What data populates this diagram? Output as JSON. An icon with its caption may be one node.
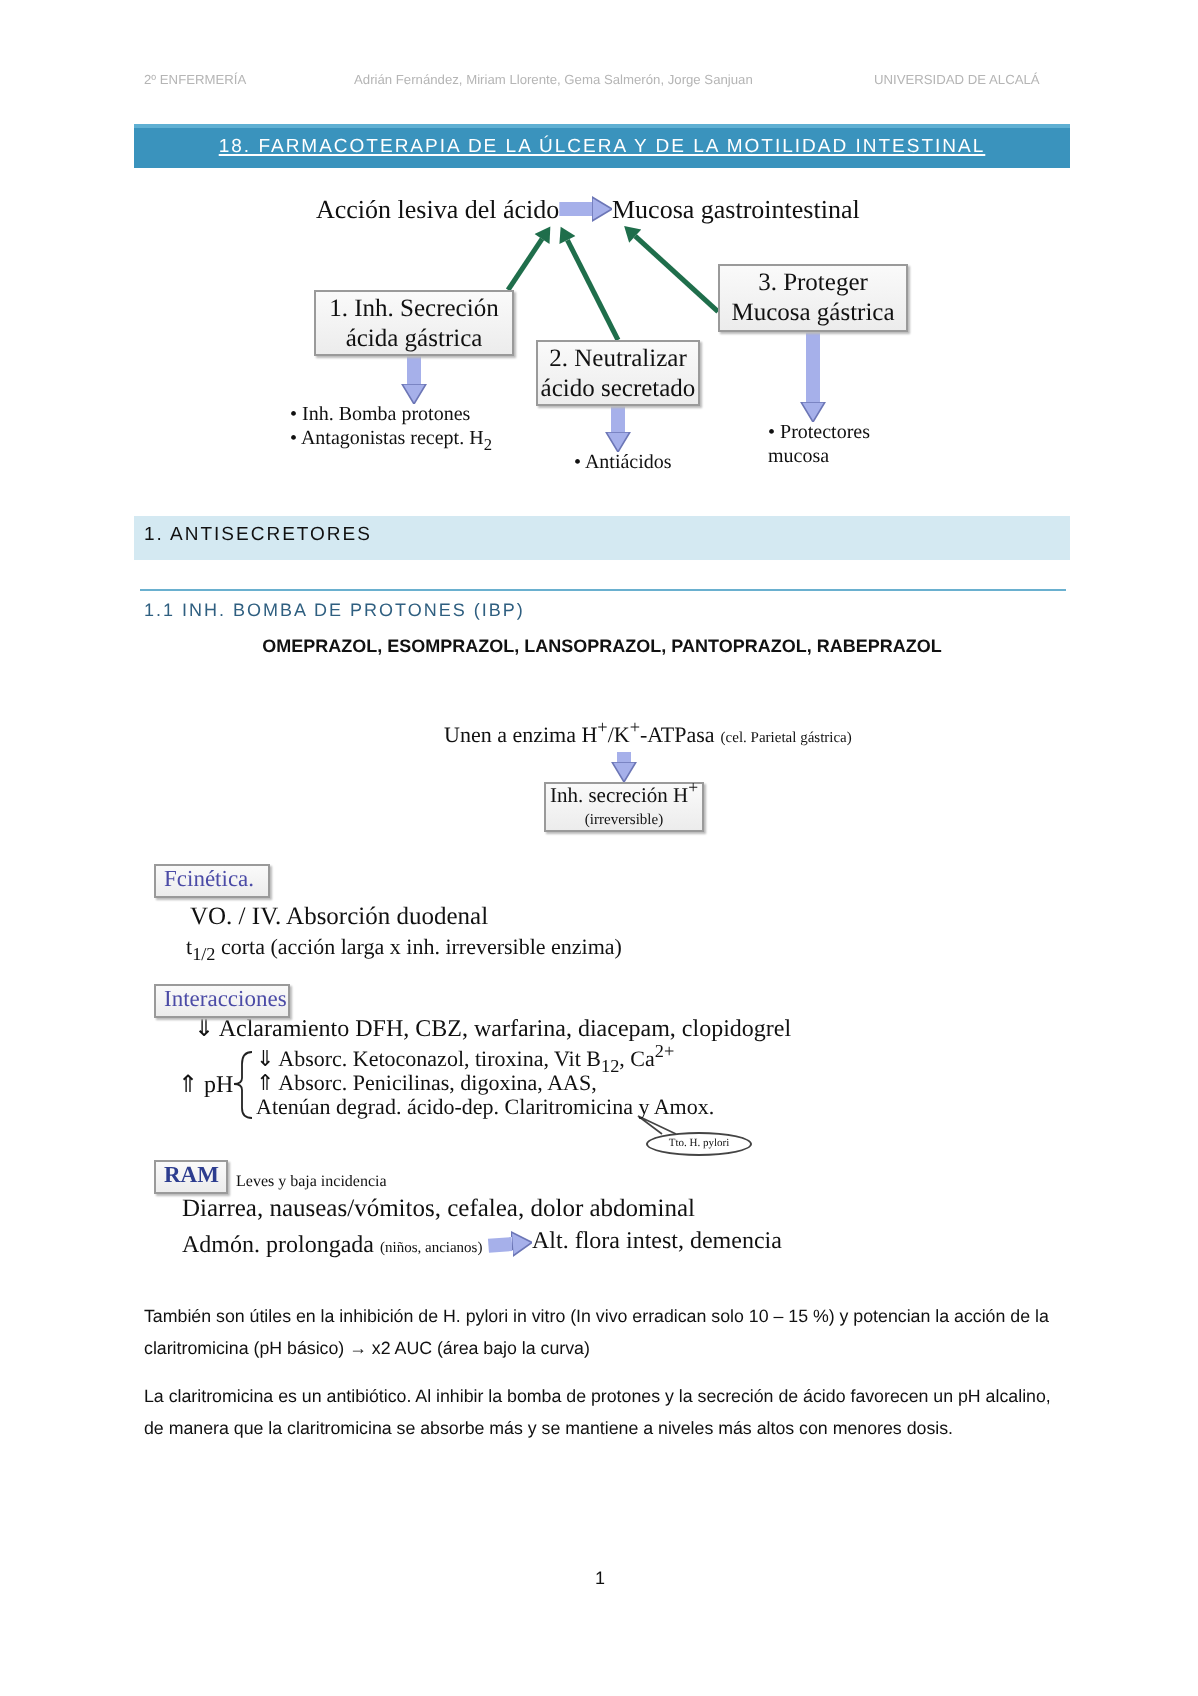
{
  "diagram": {
    "title": "18. FARMACOTERAPIA DE LA ÚLCERA Y DE LA MOTILIDAD INTESTINAL",
    "nodes": [
      {
        "text": [
          "Acción lesiva del ácido"
        ]
      },
      {
        "text": [
          "Mucosa gastrointestinal"
        ]
      },
      {
        "text": [
          "1. Inh. Secreción ácida gástrica"
        ]
      },
      {
        "text": [
          "2. Neutralizar ácido secretado"
        ]
      },
      {
        "text": [
          "3. Proteger Mucosa gástrica"
        ]
      },
      {
        "text": [
          "• Inh. Bomba protones",
          "• Antagonistas recept. H$_{2}$"
        ]
      },
      {
        "text": [
          "• Antiácidos"
        ]
      },
      {
        "text": [
          "• Protectores mucosa"
        ]
      },
      {
        "text": [
          "1. ANTISECRETORES"
        ]
      },
      {
        "text": [
          "Unen a enzima H$^{+}$/K$^{+}$-ATPasa",
          "(cel. Parietal gástrica)"
        ]
      },
      {
        "text": [
          "Inh. secreción H$^{+}$",
          "(irreversible)"
        ]
      },
      {
        "text": [
          "Fcinética."
        ]
      },
      {
        "text": [
          "Interacciones"
        ]
      },
      {
        "text": [
          "Tto. H. pylori"
        ]
      },
      {
        "text": [
          "RAM"
        ],
        "beside": [
          "Leves y baja incidencia"
        ]
      },
      {
        "text": [
          "Admón. prolongada",
          "(niños, ancianos)"
        ]
      },
      {
        "text": [
          "Alt. flora intest, demencia"
        ]
      }
    ],
    "edges": [
      {
        "from": 0,
        "to": 1,
        "arrow": "to"
      },
      {
        "from": 2,
        "to": 0,
        "arrow": "to",
        "color": "#1f6e4b"
      },
      {
        "from": 3,
        "to": 0,
        "arrow": "to",
        "color": "#1f6e4b"
      },
      {
        "from": 4,
        "to": 1,
        "arrow": "to",
        "color": "#1f6e4b"
      },
      {
        "from": 2,
        "to": 5,
        "arrow": "to"
      },
      {
        "from": 3,
        "to": 6,
        "arrow": "to"
      },
      {
        "from": 4,
        "to": 7,
        "arrow": "to"
      },
      {
        "from": 9,
        "to": 10,
        "arrow": "to"
      },
      {
        "from": 15,
        "to": 16,
        "arrow": "to"
      }
    ],
    "labels": [
      "2º ENFERMERÍA",
      "Adrián Fernández, Miriam Llorente, Gema Salmerón, Jorge Sanjuan",
      "UNIVERSIDAD DE ALCALÁ",
      "1.1 INH. BOMBA DE PROTONES (IBP)",
      "OMEPRAZOL, ESOMPRAZOL, LANSOPRAZOL, PANTOPRAZOL, RABEPRAZOL",
      "VO. / IV. Absorción duodenal",
      "t$_{1/2}$ corta (acción larga x inh. irreversible enzima)",
      "⇓ Aclaramiento DFH, CBZ, warfarina, diacepam, clopidogrel",
      "⇑ pH",
      "⇓ Absorc. Ketoconazol, tiroxina, Vit B$_{12}$, Ca$^{2+}$",
      "⇑ Absorc. Penicilinas, digoxina, AAS,",
      "Atenúan degrad. ácido-dep. Claritromicina y Amox.",
      "Diarrea, nauseas/vómitos, cefalea, dolor abdominal",
      "También son útiles en la inhibición de H. pylori in vitro (In vivo erradican solo 10 – 15 %) y potencian la acción de la claritromicina (pH básico) → x2 AUC (área bajo la curva)",
      "La claritromicina es un antibiótico. Al inhibir la bomba de protones y la secreción de ácido favorecen un pH alcalino, de manera que la claritromicina se absorbe más y se mantiene a niveles más altos con menores dosis.",
      "1"
    ]
  }
}
